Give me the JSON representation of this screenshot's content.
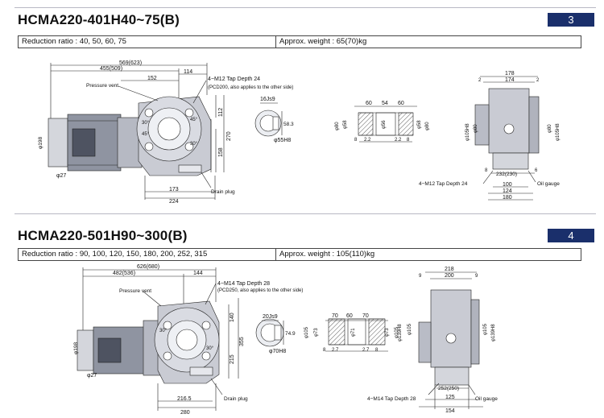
{
  "section1": {
    "title": "HCMA220-401H40~75(B)",
    "number": "3",
    "reduction_label": "Reduction ratio : 40, 50, 60, 75",
    "weight_label": "Approx. weight : 65(70)kg",
    "dims": {
      "d1": "569(623)",
      "d2": "455(509)",
      "d3": "152",
      "d4": "114",
      "tap": "4−M12 Tap Depth 24",
      "pcd": "(PCD200, also applies to the other side)",
      "vent": "Pressure vent",
      "js9": "16Js9",
      "d58": "58.3",
      "h55": "φ55H8",
      "phi198": "φ198",
      "phi27": "φ27",
      "d173": "173",
      "d224": "224",
      "d270": "270",
      "d158": "158",
      "d112": "112",
      "a30a": "30°",
      "a30b": "30°",
      "a45": "45°",
      "a45b": "45°",
      "drain": "Drain plug",
      "m60a": "60",
      "m54": "54",
      "m60b": "60",
      "phi80a": "φ80",
      "phi58a": "φ58",
      "phi56": "φ56",
      "phi58b": "φ58",
      "phi80b": "φ80",
      "e8a": "8",
      "e22a": "2.2",
      "e22b": "2.2",
      "e8b": "8",
      "s178": "178",
      "s174": "174",
      "s2a": "2",
      "s2b": "2",
      "s105a": "φ105H8",
      "s80a": "φ80",
      "s80b": "φ80",
      "s105b": "φ105H8",
      "s8": "8",
      "s6": "6",
      "s232": "232(230)",
      "s100": "100",
      "s124": "124",
      "s180": "180",
      "tap2": "4−M12 Tap Depth 24",
      "oil": "Oil gauge"
    }
  },
  "section2": {
    "title": "HCMA220-501H90~300(B)",
    "number": "4",
    "reduction_label": "Reduction ratio : 90, 100, 120, 150, 180, 200, 252, 315",
    "weight_label": "Approx. weight : 105(110)kg",
    "dims": {
      "d1": "626(680)",
      "d2": "482(536)",
      "d3": "144",
      "tap": "4−M14 Tap Depth 28",
      "pcd": "(PCD250, also applies to the other side)",
      "vent": "Pressure vent",
      "js9": "20Js9",
      "d74": "74.9",
      "h70": "φ70H8",
      "phi198": "φ198",
      "phi27": "φ27",
      "d2165": "216.5",
      "d280": "280",
      "d355": "355",
      "d215": "215",
      "d140": "140",
      "a30a": "30°",
      "a30b": "30°",
      "drain": "Drain plug",
      "m70": "70",
      "m60": "60",
      "m70b": "70",
      "phi105a": "φ105",
      "phi73a": "φ73",
      "phi71": "φ71",
      "phi73b": "φ73",
      "phi105b": "φ105",
      "e8a": "8",
      "e27a": "2.7",
      "e27b": "2.7",
      "e8b": "8",
      "s218": "218",
      "s200": "200",
      "s9a": "9",
      "s9b": "9",
      "s139a": "φ139H8",
      "s105a": "φ105",
      "s105b": "φ105",
      "s139b": "φ139H8",
      "s252": "252(250)",
      "s125": "125",
      "s154": "154",
      "tap2": "4−M14 Tap Depth 28",
      "oil": "Oil gauge"
    }
  },
  "colors": {
    "accent": "#1a2f6b",
    "casting": "#c9cbd3",
    "motor": "#8a8f9c"
  }
}
